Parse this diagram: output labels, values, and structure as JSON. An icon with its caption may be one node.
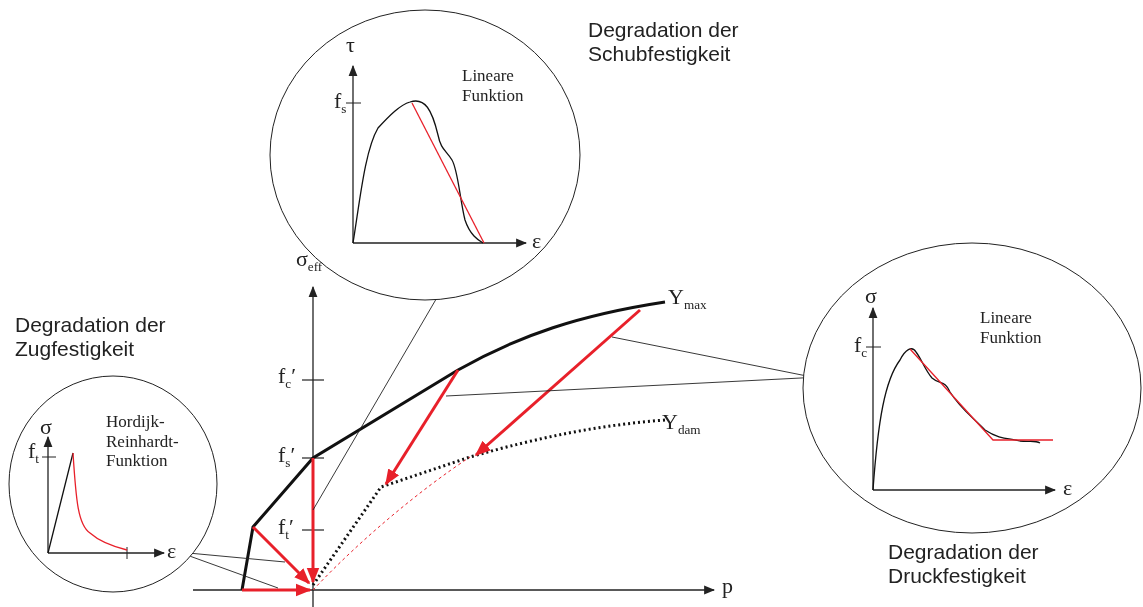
{
  "diagram": {
    "nodes": [
      {
        "text": [
          "Degradation der Schubfestigkeit",
          "Lineare Funktion",
          "τ",
          "f$_{s}$",
          "ε"
        ]
      },
      {
        "text": [
          "Degradation der Zugfestigkeit",
          "Hordijk-Reinhardt-Funktion",
          "σ",
          "f$_{t}$",
          "ε"
        ]
      },
      {
        "text": [
          "Degradation der Druckfestigkeit",
          "Lineare Funktion",
          "σ",
          "f$_{c}$",
          "ε"
        ]
      }
    ],
    "edges": [
      {
        "from": 0,
        "to": null,
        "arrow": "none"
      },
      {
        "from": 1,
        "to": null,
        "arrow": "none"
      },
      {
        "from": 1,
        "to": null,
        "arrow": "none"
      },
      {
        "from": 2,
        "to": null,
        "arrow": "none"
      },
      {
        "from": 2,
        "to": null,
        "arrow": "none"
      }
    ],
    "labels": [
      "σ$_{eff}$",
      "Y$_{max}$",
      "f$_{c}$′",
      "Y$_{dam}$",
      "f$_{s}$′",
      "f$_{t}$′",
      "p"
    ]
  }
}
